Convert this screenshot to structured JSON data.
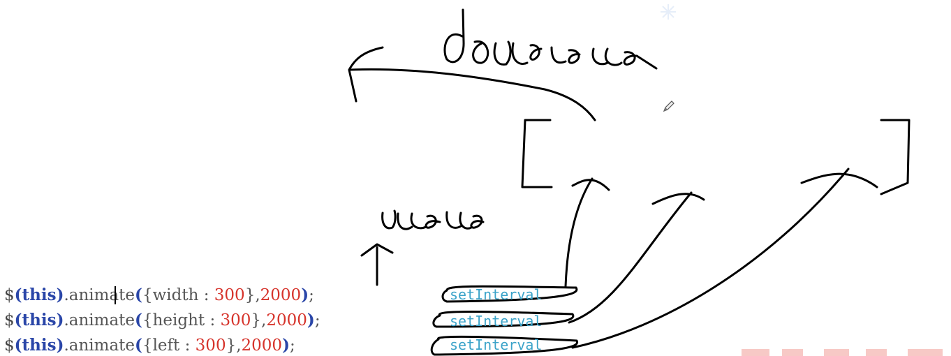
{
  "annotations": {
    "dequeue": "dequeue",
    "queue": "queue"
  },
  "code": [
    {
      "dollar": "$",
      "open": "(",
      "kw": "this",
      "close": ")",
      "method": ".animate",
      "argOpen": "(",
      "brace": "{",
      "prop": "width : ",
      "val": "300",
      "braceClose": "},",
      "dur": "2000",
      "argClose": ")",
      "semi": ";"
    },
    {
      "dollar": "$",
      "open": "(",
      "kw": "this",
      "close": ")",
      "method": ".animate",
      "argOpen": "(",
      "brace": "{",
      "prop": "height : ",
      "val": "300",
      "braceClose": "},",
      "dur": "2000",
      "argClose": ")",
      "semi": ";"
    },
    {
      "dollar": "$",
      "open": "(",
      "kw": "this",
      "close": ")",
      "method": ".animate",
      "argOpen": "(",
      "brace": "{",
      "prop": "left : ",
      "val": "300",
      "braceClose": "},",
      "dur": "2000",
      "argClose": ")",
      "semi": ";"
    }
  ],
  "timers": [
    {
      "label": "setInterval"
    },
    {
      "label": "setInterval"
    },
    {
      "label": "setInterval"
    }
  ],
  "colors": {
    "ink": "#000000",
    "keyword": "#2a46a8",
    "number": "#d6332b",
    "timer": "#3ba3c9"
  },
  "icons": {
    "pencil": "pencil-cursor-icon",
    "star": "sparkle-icon"
  }
}
